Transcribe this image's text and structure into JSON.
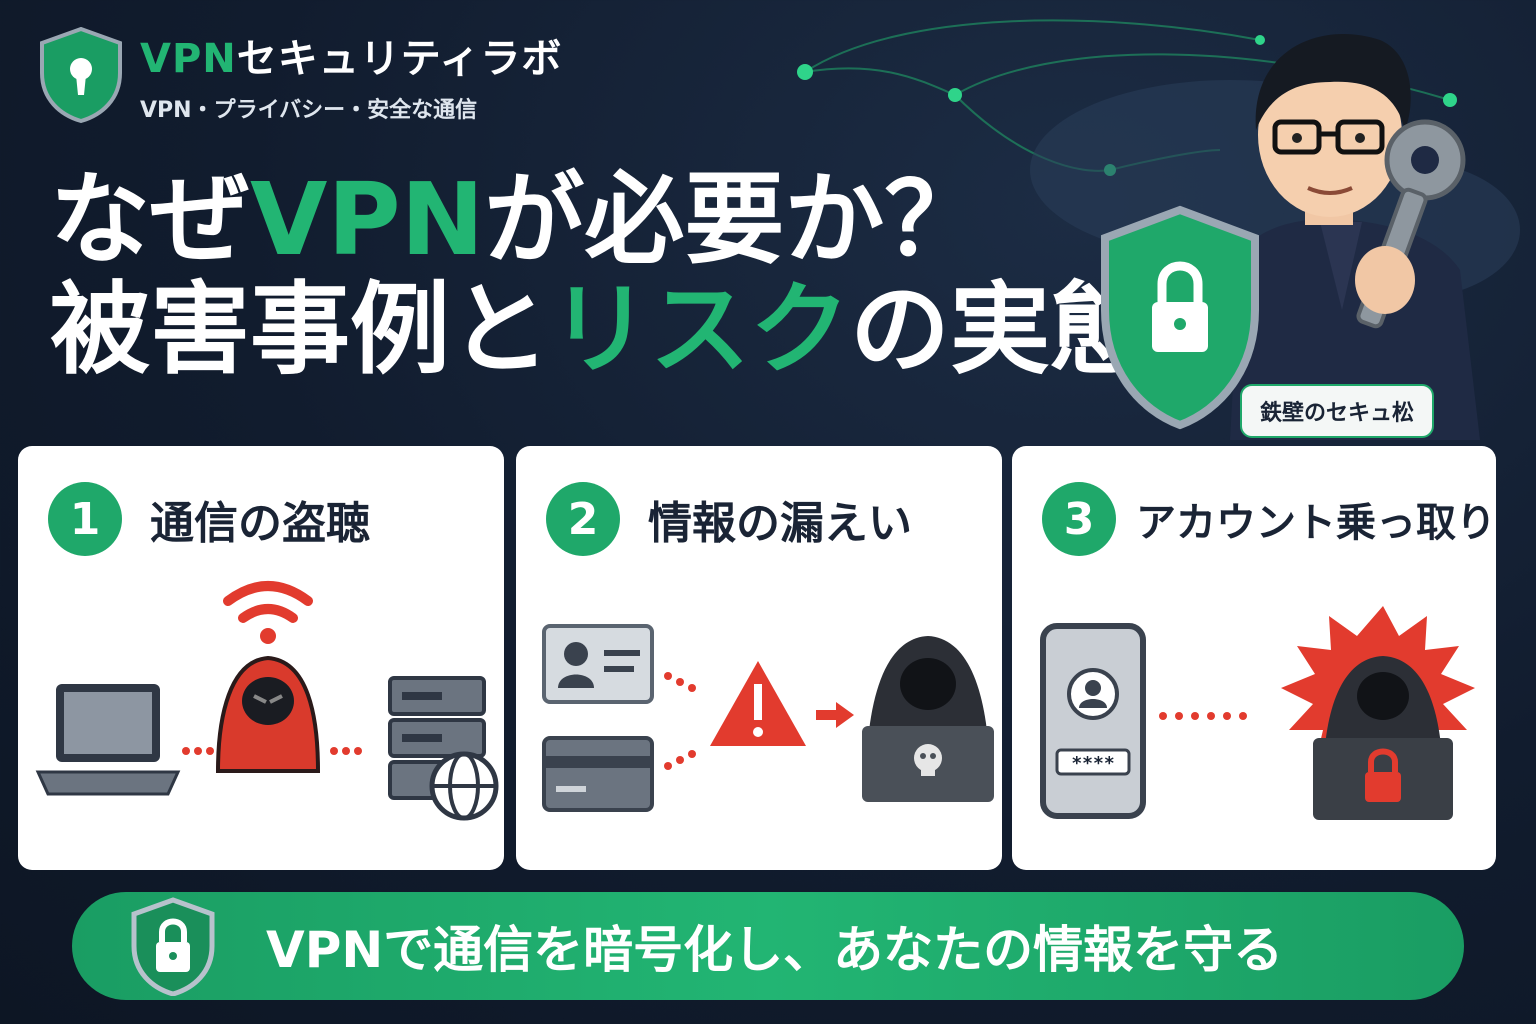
{
  "brand": {
    "title_accent": "VPN",
    "title_rest": "セキュリティラボ",
    "subtitle": "VPN・プライバシー・安全な通信",
    "icon": "keyhole-shield-icon"
  },
  "headline": {
    "line1_pre": "なぜ",
    "line1_accent": "VPN",
    "line1_post": "が必要か？",
    "line2_pre": "被害事例と",
    "line2_accent": "リスク",
    "line2_post": "の実態"
  },
  "hero": {
    "character": "glasses-man-holding-key",
    "caption": "鉄壁のセキュ松"
  },
  "cards": [
    {
      "number": "1",
      "title": "通信の盗聴",
      "illustration": [
        "laptop-icon",
        "wifi-icon",
        "hooded-hacker-icon",
        "server-icon",
        "globe-icon"
      ]
    },
    {
      "number": "2",
      "title": "情報の漏えい",
      "illustration": [
        "id-card-icon",
        "credit-card-icon",
        "warning-icon",
        "arrow-right-icon",
        "hacker-laptop-icon",
        "skull-icon"
      ]
    },
    {
      "number": "3",
      "title": "アカウント乗っ取り",
      "illustration": [
        "smartphone-icon",
        "user-avatar-icon",
        "hacker-laptop-icon",
        "lock-icon"
      ],
      "password_mask": "****"
    }
  ],
  "banner": {
    "text": "VPNで通信を暗号化し、あなたの情報を守る",
    "icon": "lock-shield-icon"
  },
  "colors": {
    "accent_green": "#22b573",
    "background": "#111c2e",
    "danger_red": "#e23b2e",
    "card_text": "#1a2435"
  }
}
